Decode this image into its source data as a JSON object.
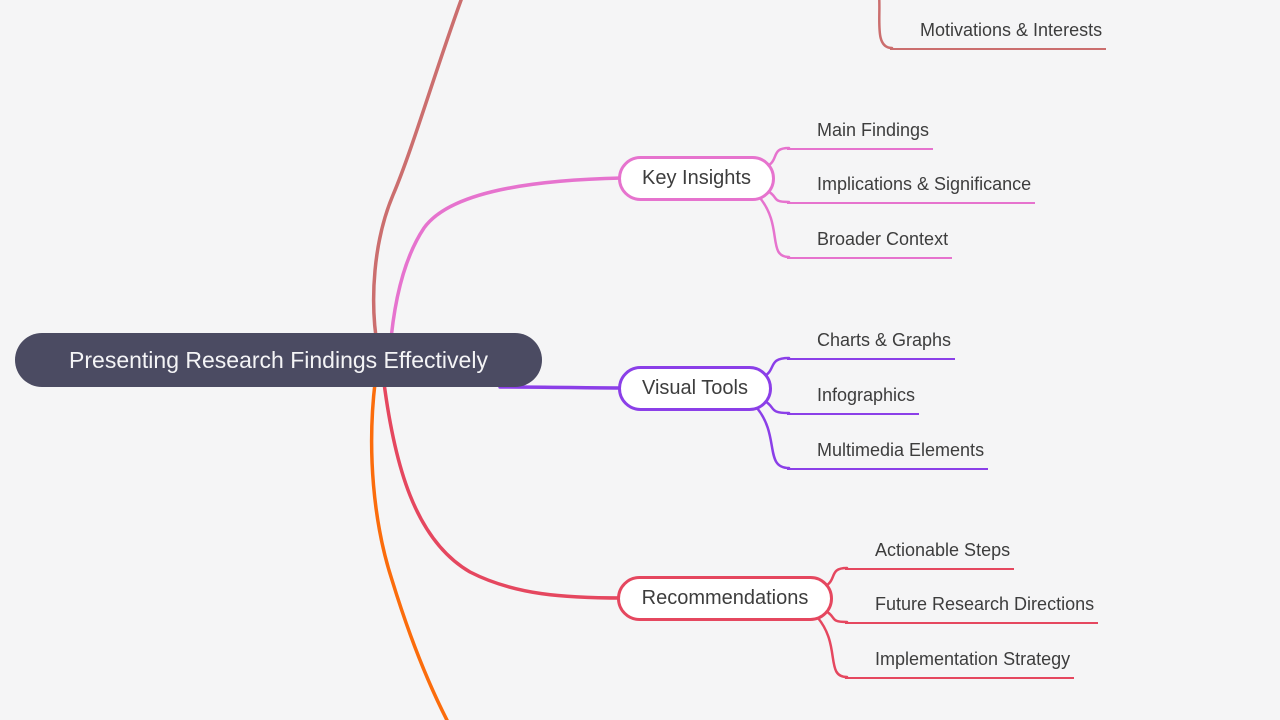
{
  "page": {
    "background": "#f5f5f6"
  },
  "root": {
    "label": "Presenting Research Findings Effectively",
    "fill": "#4b4b62",
    "text_color": "#f4f4f6"
  },
  "branches": {
    "audience_offscreen_top": {
      "color": "#cb6e6e",
      "children": [
        "Motivations & Interests"
      ]
    },
    "key_insights": {
      "label": "Key Insights",
      "color": "#e673ce",
      "children": [
        "Main Findings",
        "Implications & Significance",
        "Broader Context"
      ]
    },
    "visual_tools": {
      "label": "Visual Tools",
      "color": "#8b3fe8",
      "children": [
        "Charts & Graphs",
        "Infographics",
        "Multimedia Elements"
      ]
    },
    "recommendations": {
      "label": "Recommendations",
      "color": "#e5475f",
      "children": [
        "Actionable Steps",
        "Future Research Directions",
        "Implementation Strategy"
      ]
    },
    "offscreen_bottom": {
      "color": "#fb6c0c"
    }
  }
}
